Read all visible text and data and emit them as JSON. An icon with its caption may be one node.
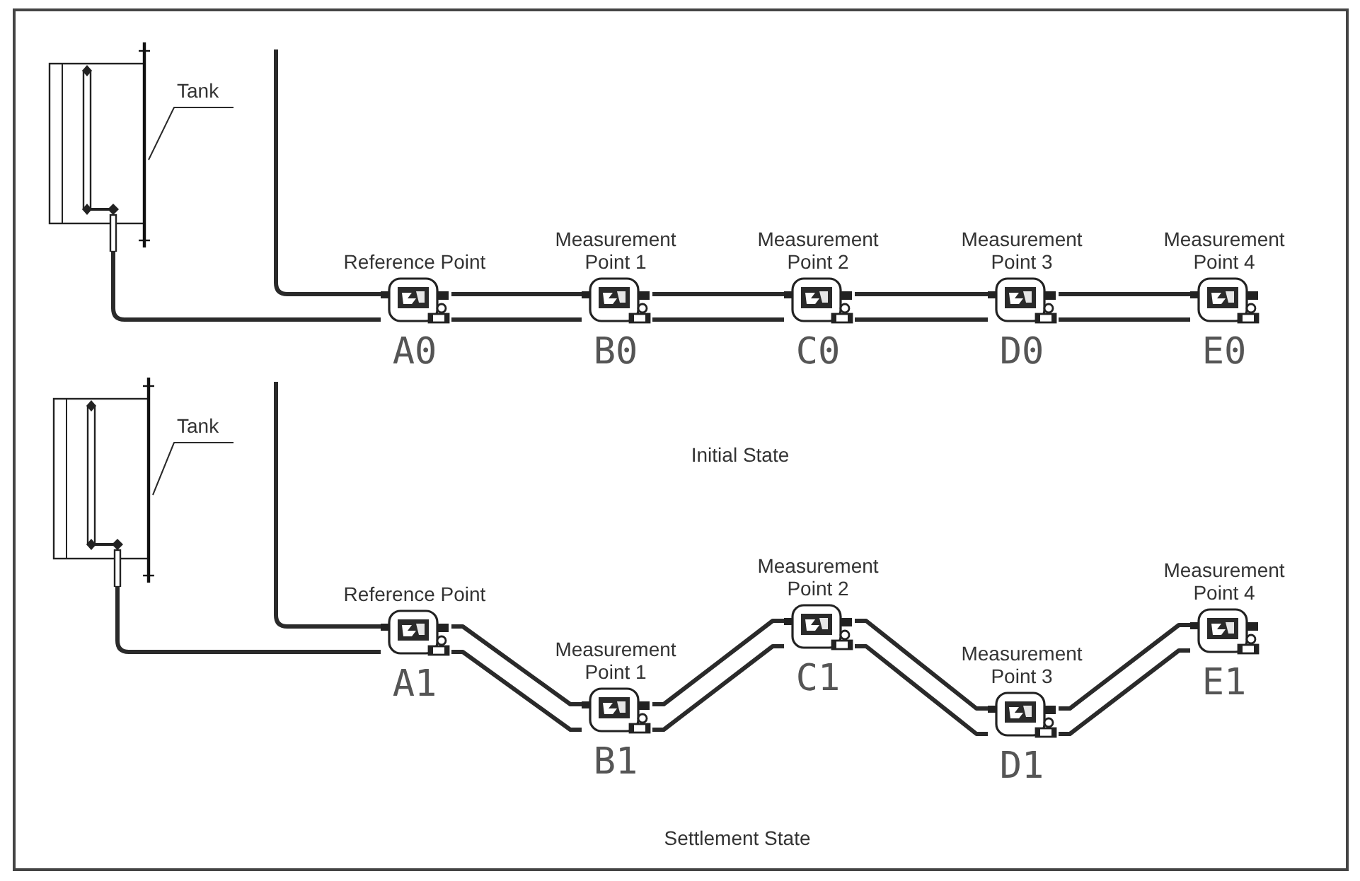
{
  "diagram": {
    "nodes": [
      {
        "text": [
          "Tank"
        ]
      },
      {
        "text": [],
        "shape": "box"
      },
      {
        "text": [
          "Reference Point"
        ],
        "beside": [
          "A0"
        ]
      },
      {
        "text": [
          "Measurement Point 1"
        ],
        "beside": [
          "B0"
        ]
      },
      {
        "text": [
          "Measurement Point 2"
        ],
        "beside": [
          "C0"
        ]
      },
      {
        "text": [
          "Measurement Point 3"
        ],
        "beside": [
          "D0"
        ]
      },
      {
        "text": [
          "Measurement Point 4"
        ],
        "beside": [
          "E0"
        ]
      },
      {
        "text": [
          "Tank"
        ]
      },
      {
        "text": [],
        "shape": "box"
      },
      {
        "text": [
          "Reference Point"
        ],
        "beside": [
          "A1"
        ]
      },
      {
        "text": [
          "Measurement Point 1"
        ],
        "beside": [
          "B1"
        ]
      },
      {
        "text": [
          "Measurement Point 2"
        ],
        "beside": [
          "C1"
        ]
      },
      {
        "text": [
          "Measurement Point 3"
        ],
        "beside": [
          "D1"
        ]
      },
      {
        "text": [
          "Measurement Point 4"
        ],
        "beside": [
          "E1"
        ]
      }
    ],
    "edges": [
      {
        "from": 0,
        "to": 1,
        "arrow": "none"
      },
      {
        "from": 1,
        "to": 2,
        "arrow": "none"
      },
      {
        "from": null,
        "to": 2,
        "arrow": "none"
      },
      {
        "from": 2,
        "to": 3,
        "arrow": "none"
      },
      {
        "from": 2,
        "to": 3,
        "arrow": "none"
      },
      {
        "from": 3,
        "to": 4,
        "arrow": "none"
      },
      {
        "from": 3,
        "to": 4,
        "arrow": "none"
      },
      {
        "from": 4,
        "to": 5,
        "arrow": "none"
      },
      {
        "from": 4,
        "to": 5,
        "arrow": "none"
      },
      {
        "from": 5,
        "to": 6,
        "arrow": "none"
      },
      {
        "from": 5,
        "to": 6,
        "arrow": "none"
      },
      {
        "from": 7,
        "to": 8,
        "arrow": "none"
      },
      {
        "from": 8,
        "to": 9,
        "arrow": "none"
      },
      {
        "from": null,
        "to": 9,
        "arrow": "none"
      },
      {
        "from": 9,
        "to": 10,
        "arrow": "none"
      },
      {
        "from": 9,
        "to": 10,
        "arrow": "none"
      },
      {
        "from": 10,
        "to": 11,
        "arrow": "none"
      },
      {
        "from": 10,
        "to": 11,
        "arrow": "none"
      },
      {
        "from": 11,
        "to": 12,
        "arrow": "none"
      },
      {
        "from": 11,
        "to": 12,
        "arrow": "none"
      },
      {
        "from": 12,
        "to": 13,
        "arrow": "none"
      },
      {
        "from": 12,
        "to": 13,
        "arrow": "none"
      }
    ],
    "labels": [
      "Initial State",
      "Settlement State"
    ]
  }
}
